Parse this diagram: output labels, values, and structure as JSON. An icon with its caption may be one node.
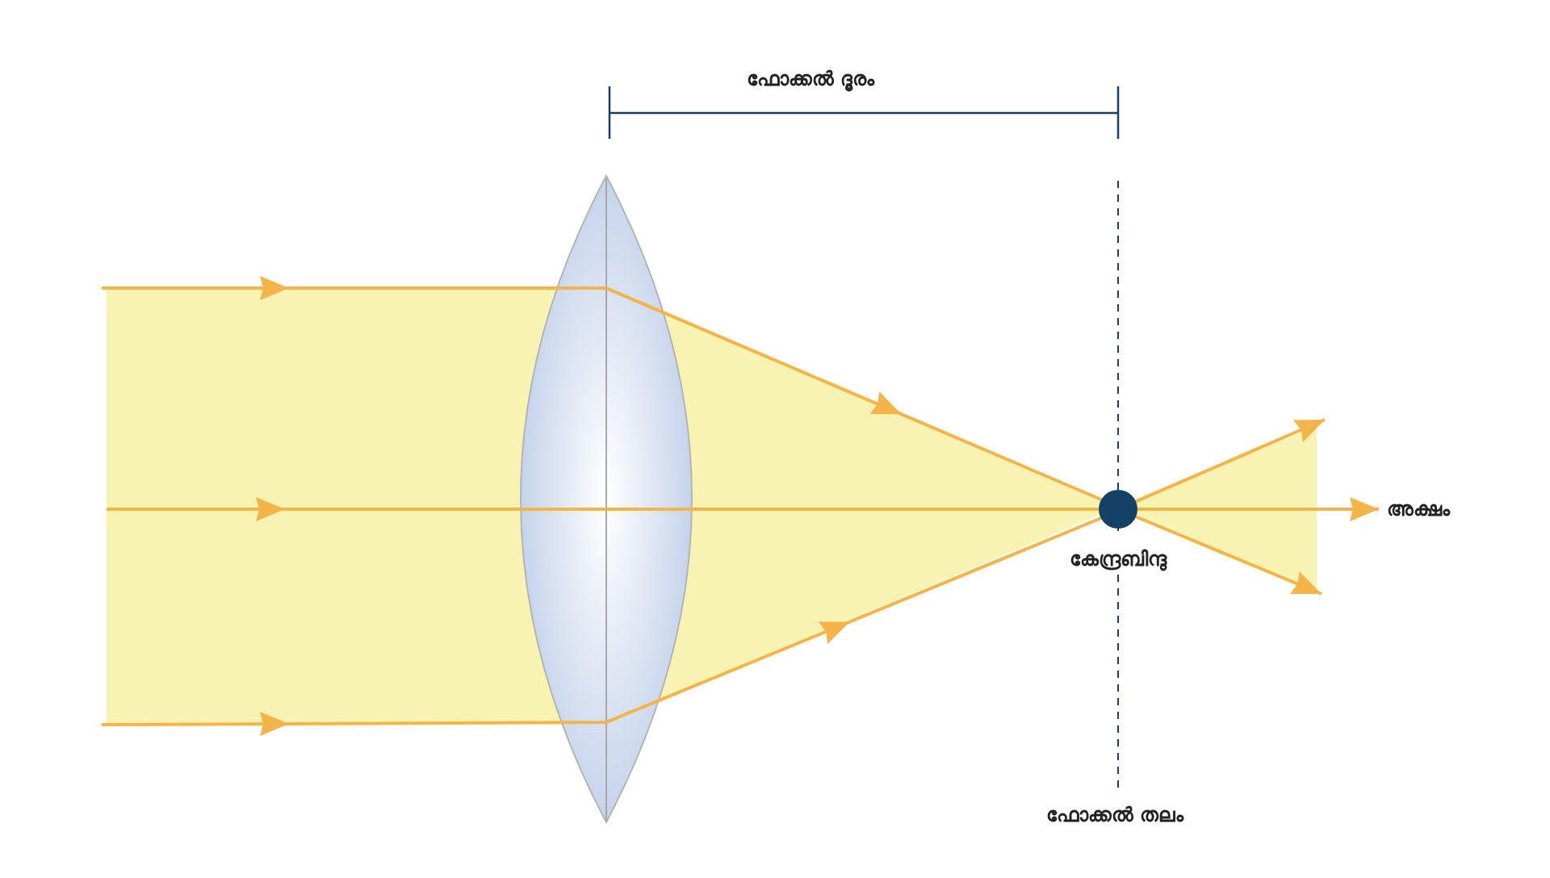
{
  "diagram": {
    "nodes": [
      {
        "text": [],
        "shape": "circle",
        "beside": [
          "കേന്ദ്രബിന്ദു"
        ]
      },
      {
        "text": [
          "അക്ഷം"
        ]
      }
    ],
    "edges": [
      {
        "from": 0,
        "to": null,
        "arrow": "to"
      },
      {
        "from": 0,
        "to": 1,
        "arrow": "to"
      },
      {
        "from": 0,
        "to": null,
        "arrow": "to"
      }
    ],
    "labels": [
      "ഫോക്കൽ ദൂരം",
      "ഫോക്കൽ തലം"
    ]
  }
}
